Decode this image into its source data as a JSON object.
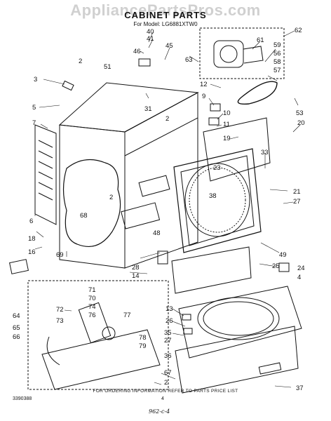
{
  "watermark": "AppliancePartsPros.com",
  "title": "CABINET PARTS",
  "subtitle": "For Model: LG6881XTW0",
  "footer_note": "FOR ORDERING INFORMATION REFER TO PARTS PRICE LIST",
  "doc_number": "3390388",
  "page_number": "4",
  "handwritten_note": "962-c-4",
  "callouts": [
    "40",
    "41",
    "46",
    "45",
    "62",
    "63",
    "61",
    "59",
    "56",
    "58",
    "57",
    "2",
    "51",
    "3",
    "5",
    "7",
    "31",
    "12",
    "9",
    "10",
    "11",
    "53",
    "20",
    "2",
    "19",
    "33",
    "23",
    "38",
    "21",
    "27",
    "2",
    "68",
    "6",
    "18",
    "16",
    "69",
    "48",
    "49",
    "25",
    "24",
    "4",
    "28",
    "14",
    "71",
    "70",
    "74",
    "76",
    "77",
    "72",
    "73",
    "78",
    "79",
    "13",
    "26",
    "35",
    "27",
    "64",
    "65",
    "66",
    "36",
    "67",
    "2",
    "37"
  ]
}
